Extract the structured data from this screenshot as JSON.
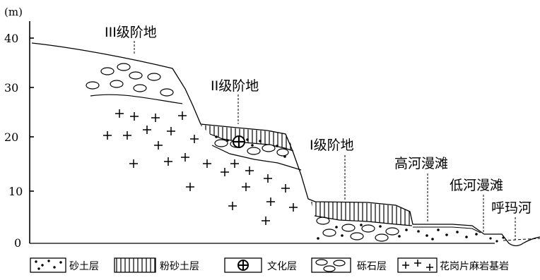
{
  "axis": {
    "unit": "(m)",
    "ticks": [
      "40",
      "30",
      "20",
      "10",
      "0"
    ]
  },
  "labels": {
    "terrace3": "III级阶地",
    "terrace2": "II级阶地",
    "terrace1": "I级阶地",
    "high_floodplain": "高河漫滩",
    "low_floodplain": "低河漫滩",
    "river": "呼玛河"
  },
  "legend": {
    "sand": "砂土层",
    "silty_sand": "粉砂土层",
    "cultural": "文化层",
    "gravel": "砾石层",
    "granite_gneiss": "花岗片麻岩基岩"
  }
}
